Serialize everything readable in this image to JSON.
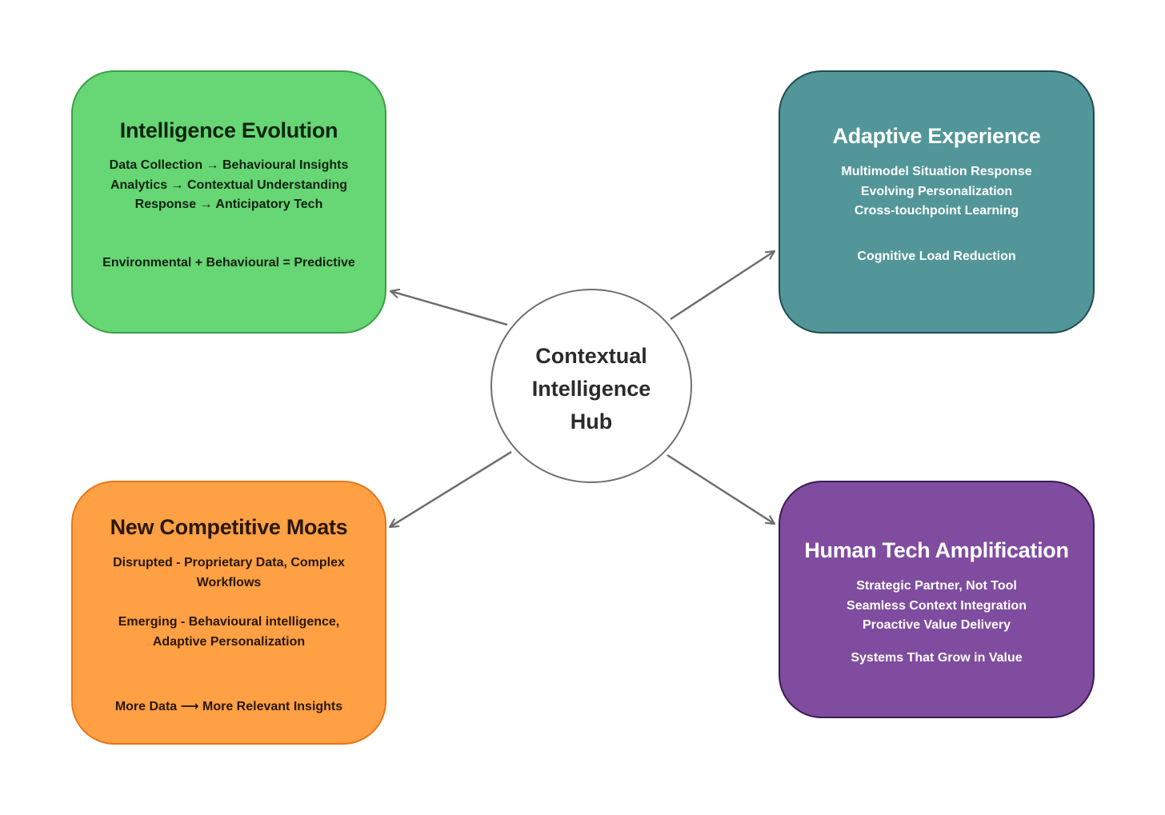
{
  "hub": {
    "label_lines": [
      "Contextual",
      "Intelligence",
      "Hub"
    ]
  },
  "boxes": {
    "intelligence_evolution": {
      "title": "Intelligence Evolution",
      "lines": [
        "Data Collection → Behavioural Insights",
        "Analytics → Contextual Understanding",
        "Response → Anticipatory Tech",
        "Environmental + Behavioural = Predictive"
      ],
      "fill_color": "#67d674",
      "border_color": "#3d9e47"
    },
    "adaptive_experience": {
      "title": "Adaptive Experience",
      "lines": [
        "Multimodel Situation Response",
        "Evolving Personalization",
        "Cross-touchpoint Learning",
        "Cognitive Load Reduction"
      ],
      "fill_color": "#529699",
      "border_color": "#1e4d50"
    },
    "competitive_moats": {
      "title": "New Competitive Moats",
      "lines": [
        "Disrupted - Proprietary Data, Complex",
        "Workflows",
        "Emerging - Behavioural intelligence,",
        "Adaptive Personalization",
        "More Data ⟶ More Relevant Insights"
      ],
      "fill_color": "#fea043",
      "border_color": "#e8751a"
    },
    "human_tech": {
      "title": "Human Tech Amplification",
      "lines": [
        "Strategic Partner, Not Tool",
        "Seamless Context Integration",
        "Proactive Value Delivery",
        "Systems That Grow in Value"
      ],
      "fill_color": "#7f4c9f",
      "border_color": "#3b1d4f"
    }
  },
  "connector_color": "#6e6e6e"
}
